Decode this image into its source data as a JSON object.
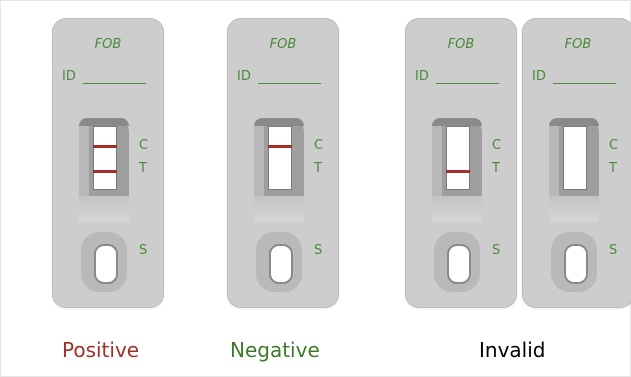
{
  "cassettes": [
    {
      "fob": "FOB",
      "id_label": "ID",
      "c_label": "C",
      "t_label": "T",
      "s_label": "S",
      "control_band": true,
      "test_band": true
    },
    {
      "fob": "FOB",
      "id_label": "ID",
      "c_label": "C",
      "t_label": "T",
      "s_label": "S",
      "control_band": true,
      "test_band": false
    },
    {
      "fob": "FOB",
      "id_label": "ID",
      "c_label": "C",
      "t_label": "T",
      "s_label": "S",
      "control_band": false,
      "test_band": true
    },
    {
      "fob": "FOB",
      "id_label": "ID",
      "c_label": "C",
      "t_label": "T",
      "s_label": "S",
      "control_band": false,
      "test_band": false
    }
  ],
  "captions": {
    "positive": "Positive",
    "negative": "Negative",
    "invalid": "Invalid"
  },
  "colors": {
    "positive": "#a0302b",
    "negative": "#3d7a2c",
    "invalid": "#000000",
    "band": "#a0302b",
    "label": "#4a8a3b",
    "cassette": "#cdcdcd"
  }
}
